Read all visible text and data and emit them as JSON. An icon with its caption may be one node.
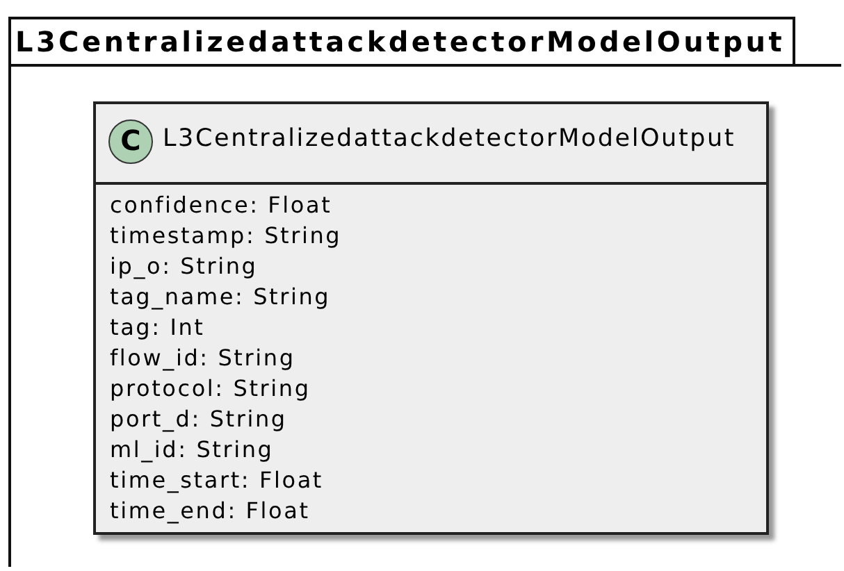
{
  "diagram": {
    "nodes": [
      {
        "text": [
          "L3CentralizedattackdetectorModelOutput"
        ]
      },
      {
        "text": [
          "L3CentralizedattackdetectorModelOutput",
          "confidence: Float",
          "timestamp: String",
          "ip_o: String",
          "tag_name: String",
          "tag: Int",
          "flow_id: String",
          "protocol: String",
          "port_d: String",
          "ml_id: String",
          "time_start: Float",
          "time_end: Float"
        ],
        "in": 0
      },
      {
        "text": [
          "C"
        ],
        "in": 1
      }
    ],
    "edges": []
  }
}
